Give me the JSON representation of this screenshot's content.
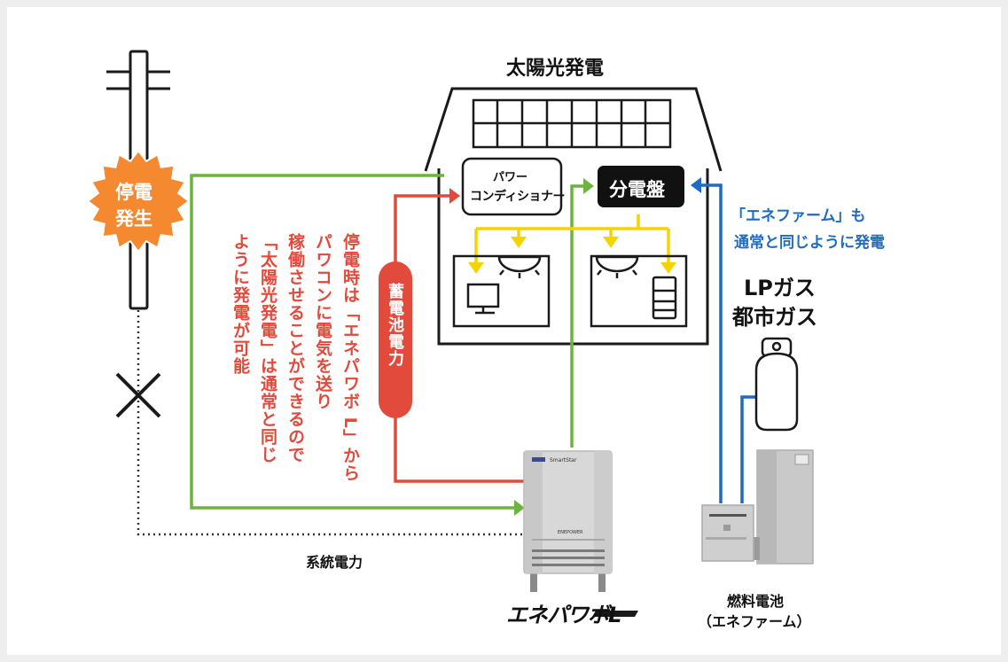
{
  "labels": {
    "solar": "太陽光発電",
    "pcs_line1": "パワー",
    "pcs_line2": "コンディショナー",
    "breaker_panel": "分電盤",
    "outage_line1": "停電",
    "outage_line2": "発生",
    "battery_power": "蓄電池電力",
    "grid_power": "系統電力",
    "gas_line1": "LPガス",
    "gas_line2": "都市ガス",
    "enefarm_note_line1": "「エネファーム」も",
    "enefarm_note_line2": "通常と同じように発電",
    "fuelcell_line1": "燃料電池",
    "fuelcell_line2": "（エネファーム）",
    "product_logo": "エネパワボL",
    "battery_brand": "SmartStar",
    "battery_model": "ENEPOWER"
  },
  "explanation_lines": [
    "停電時は「エネパワボ L」から",
    "パワコンに電気を送り",
    "稼働させることができるので",
    "「太陽光発電」は通常と同じ",
    "ように発電が可能"
  ],
  "colors": {
    "red": "#e24a3c",
    "green": "#6db33f",
    "blue": "#1e6bc1",
    "yellow": "#f3d400",
    "orange_badge": "#f5892f",
    "dark": "#1a1a1a"
  }
}
